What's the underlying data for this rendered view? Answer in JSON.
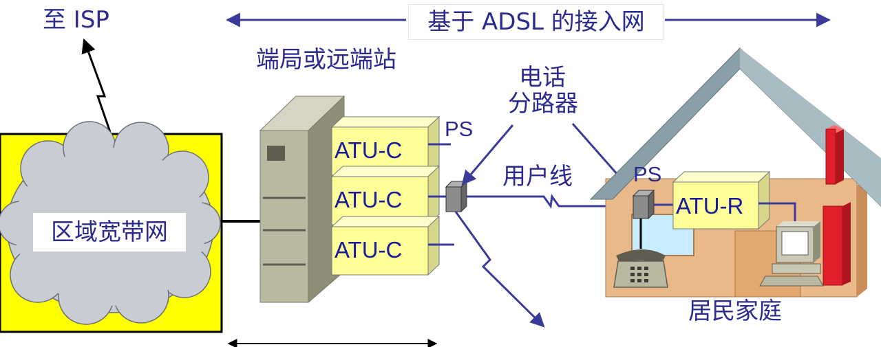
{
  "labels": {
    "isp": "至 ISP",
    "banner": "基于 ADSL 的接入网",
    "office": "端局或远端站",
    "splitter_line1": "电话",
    "splitter_line2": "分路器",
    "ps_top": "PS",
    "ps_home": "PS",
    "user_line": "用户线",
    "atu_c_1": "ATU-C",
    "atu_c_2": "ATU-C",
    "atu_c_3": "ATU-C",
    "atu_r": "ATU-R",
    "cloud": "区域宽带网",
    "home": "居民家庭"
  },
  "colors": {
    "label_text": "#2b2b8f",
    "arrow_line": "#3a3a9a",
    "cloud_bg": "#ffff00",
    "cloud_fill": "#c9ccd3",
    "module_fill": "#ffff99",
    "server_fill": "#b9b8a0",
    "house_wall": "#e9b98a",
    "roof": "#8a9fa7",
    "chimney": "#e0202a"
  }
}
